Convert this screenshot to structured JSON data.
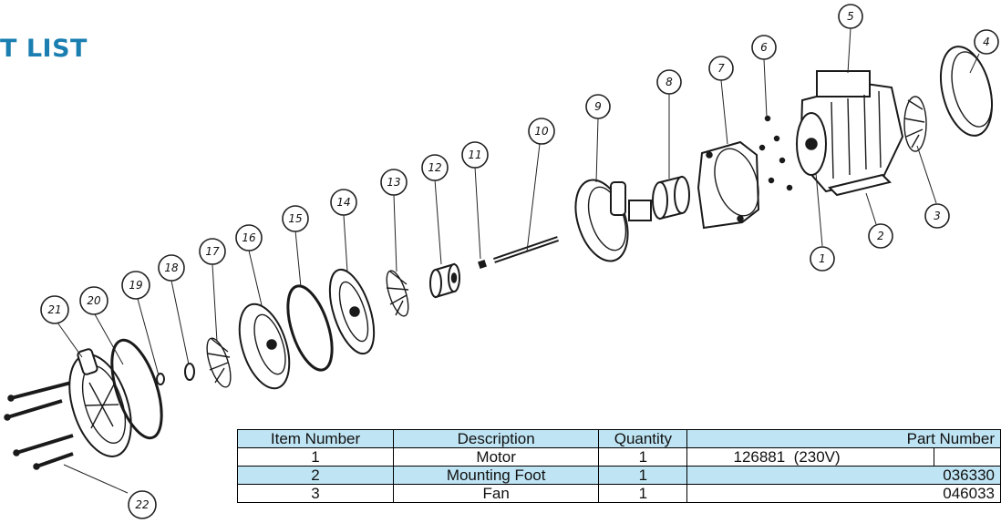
{
  "page": {
    "title": "T LIST"
  },
  "callouts": [
    "1",
    "2",
    "3",
    "4",
    "5",
    "6",
    "7",
    "8",
    "9",
    "10",
    "11",
    "12",
    "13",
    "14",
    "15",
    "16",
    "17",
    "18",
    "19",
    "20",
    "21",
    "22"
  ],
  "table": {
    "headers": [
      "Item Number",
      "Description",
      "Quantity",
      "Part Number"
    ],
    "rows": [
      {
        "item": "1",
        "description": "Motor",
        "quantity": "1",
        "part_number": "126881  (230V)"
      },
      {
        "item": "2",
        "description": "Mounting Foot",
        "quantity": "1",
        "part_number": "036330"
      },
      {
        "item": "3",
        "description": "Fan",
        "quantity": "1",
        "part_number": "046033"
      }
    ]
  }
}
